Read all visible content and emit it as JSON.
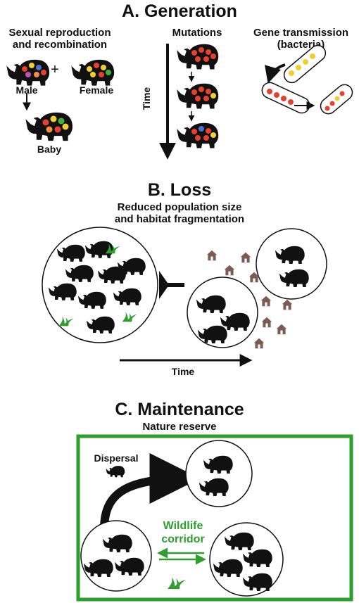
{
  "generation": {
    "title": "A. Generation",
    "sexual_title_line1": "Sexual reproduction",
    "sexual_title_line2": "and recombination",
    "plus": "+",
    "male": "Male",
    "female": "Female",
    "baby": "Baby",
    "mutations_title": "Mutations",
    "time_label": "Time",
    "gene_title_line1": "Gene transmission",
    "gene_title_line2": "(bacteria)"
  },
  "loss": {
    "title": "B. Loss",
    "subtitle_line1": "Reduced population size",
    "subtitle_line2": "and habitat fragmentation",
    "time_label": "Time"
  },
  "maintenance": {
    "title": "C. Maintenance",
    "subtitle": "Nature reserve",
    "dispersal": "Dispersal",
    "corridor_line1": "Wildlife",
    "corridor_line2": "corridor",
    "accent_color": "#2e9e2e"
  }
}
